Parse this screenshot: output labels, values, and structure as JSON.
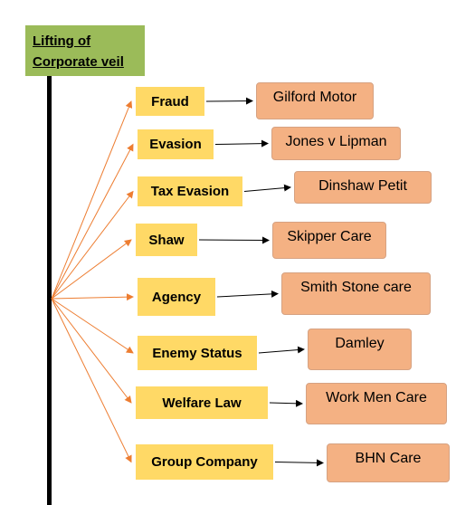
{
  "root": {
    "line1": "Lifting of",
    "line2": "Corporate veil"
  },
  "branches": [
    {
      "topic": "Fraud",
      "case": "Gilford Motor"
    },
    {
      "topic": "Evasion",
      "case": "Jones v Lipman"
    },
    {
      "topic": "Tax Evasion",
      "case": "Dinshaw Petit"
    },
    {
      "topic": "Shaw",
      "case": "Skipper Care"
    },
    {
      "topic": "Agency",
      "case": "Smith Stone care"
    },
    {
      "topic": "Enemy Status",
      "case": "Damley"
    },
    {
      "topic": "Welfare Law",
      "case": "Work Men Care"
    },
    {
      "topic": "Group Company",
      "case": "BHN Care"
    }
  ],
  "colors": {
    "root_fill": "#9bbb59",
    "topic_fill": "#ffd966",
    "case_fill": "#f4b183",
    "branch_arrow": "#ed7d31",
    "connector_arrow": "#000000",
    "spine": "#000000"
  }
}
